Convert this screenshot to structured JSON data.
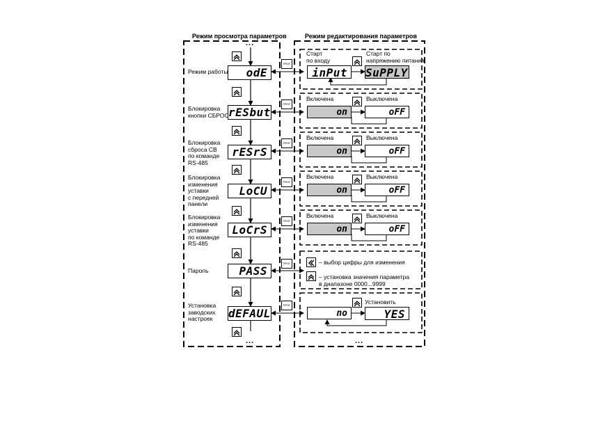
{
  "headers": {
    "view_mode": "Режим просмотра параметров",
    "edit_mode": "Режим редактирования параметров"
  },
  "prog_label": "ПРОГ",
  "ellipsis": "...",
  "rows": [
    {
      "label": "Режим работы",
      "display": "odE",
      "edit": {
        "left_caption": "Старт\nпо входу",
        "right_caption": "Старт по\nнапряжению питания",
        "left_value": "inPut",
        "right_value": "SuPPLY"
      }
    },
    {
      "label": "Блокировка\nкнопки СБРОС",
      "display": "rESbut",
      "edit": {
        "left_caption": "Включена",
        "right_caption": "Выключена",
        "left_value": "on",
        "right_value": "oFF"
      }
    },
    {
      "label": "Блокировка\nсброса СВ\nпо команде\nRS-485",
      "display": "rESrS",
      "edit": {
        "left_caption": "Включена",
        "right_caption": "Выключена",
        "left_value": "on",
        "right_value": "oFF"
      }
    },
    {
      "label": "Блокировка\nизменения\nуставки\nс передней\nпанели",
      "display": "LoCU",
      "edit": {
        "left_caption": "Включена",
        "right_caption": "Выключена",
        "left_value": "on",
        "right_value": "oFF"
      }
    },
    {
      "label": "Блокировка\nизменения\nуставки\nпо команде\nRS-485",
      "display": "LoCrS",
      "edit": {
        "left_caption": "Включена",
        "right_caption": "Выключена",
        "left_value": "on",
        "right_value": "oFF"
      }
    },
    {
      "label": "Пароль",
      "display": "PASS",
      "edit": {
        "digit_select_note": "– выбор цифры для изменения",
        "value_set_note": "– установка значения параметра\nв диапазоне 0000...9999"
      }
    },
    {
      "label": "Установка\nзаводских\nнастроек",
      "display": "dEFAUL",
      "edit": {
        "right_caption": "Установить",
        "left_value": "no",
        "right_value": "YES"
      }
    }
  ]
}
